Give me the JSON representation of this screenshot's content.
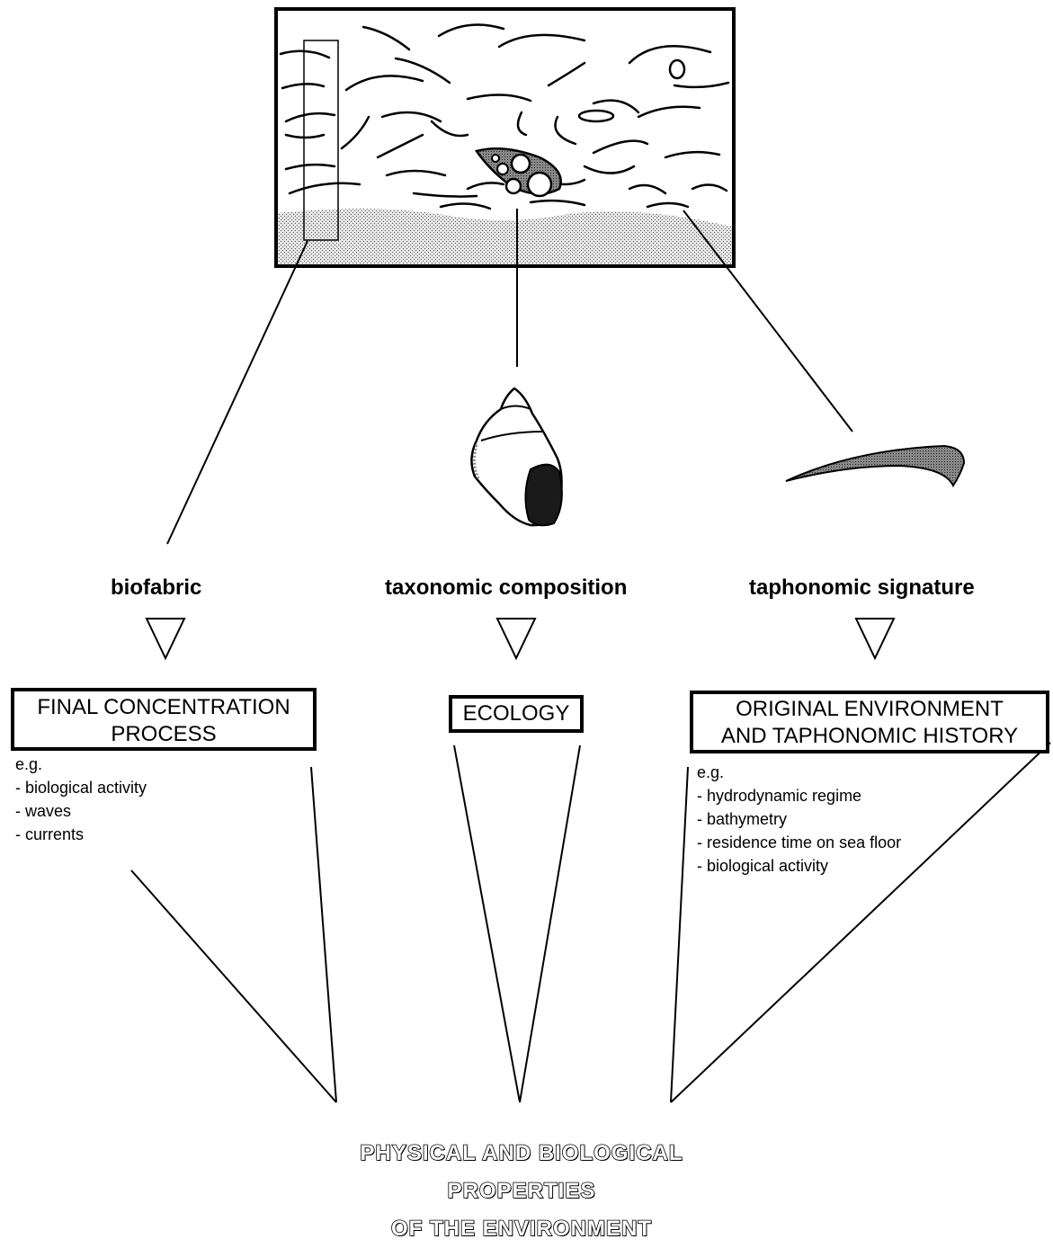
{
  "labels": {
    "left": "biofabric",
    "center": "taxonomic composition",
    "right": "taphonomic signature"
  },
  "boxes": {
    "left": [
      "FINAL CONCENTRATION",
      "PROCESS"
    ],
    "center": [
      "ECOLOGY"
    ],
    "right": [
      "ORIGINAL ENVIRONMENT",
      "AND TAPHONOMIC HISTORY"
    ]
  },
  "notes": {
    "left": [
      "e.g.",
      "- biological activity",
      "- waves",
      "- currents"
    ],
    "right": [
      "e.g.",
      "- hydrodynamic regime",
      "- bathymetry",
      "- residence time on sea floor",
      "- biological activity"
    ]
  },
  "bottom": [
    "PHYSICAL AND BIOLOGICAL",
    "PROPERTIES",
    "OF THE ENVIRONMENT"
  ]
}
